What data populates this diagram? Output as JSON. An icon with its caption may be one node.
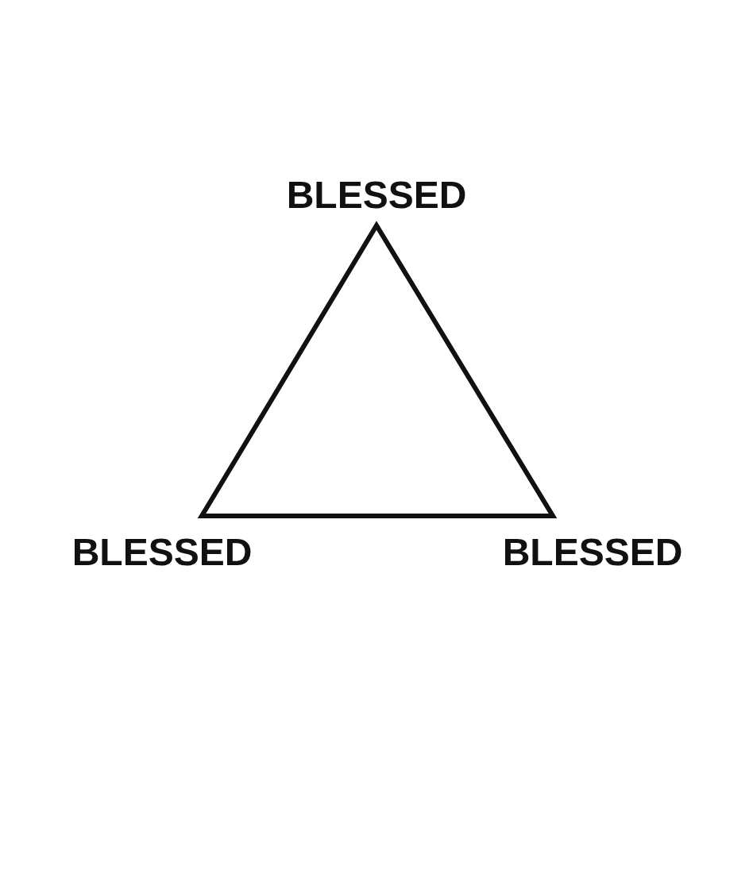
{
  "diagram": {
    "labels": [
      "BLESSED",
      "BLESSED",
      "BLESSED"
    ]
  }
}
